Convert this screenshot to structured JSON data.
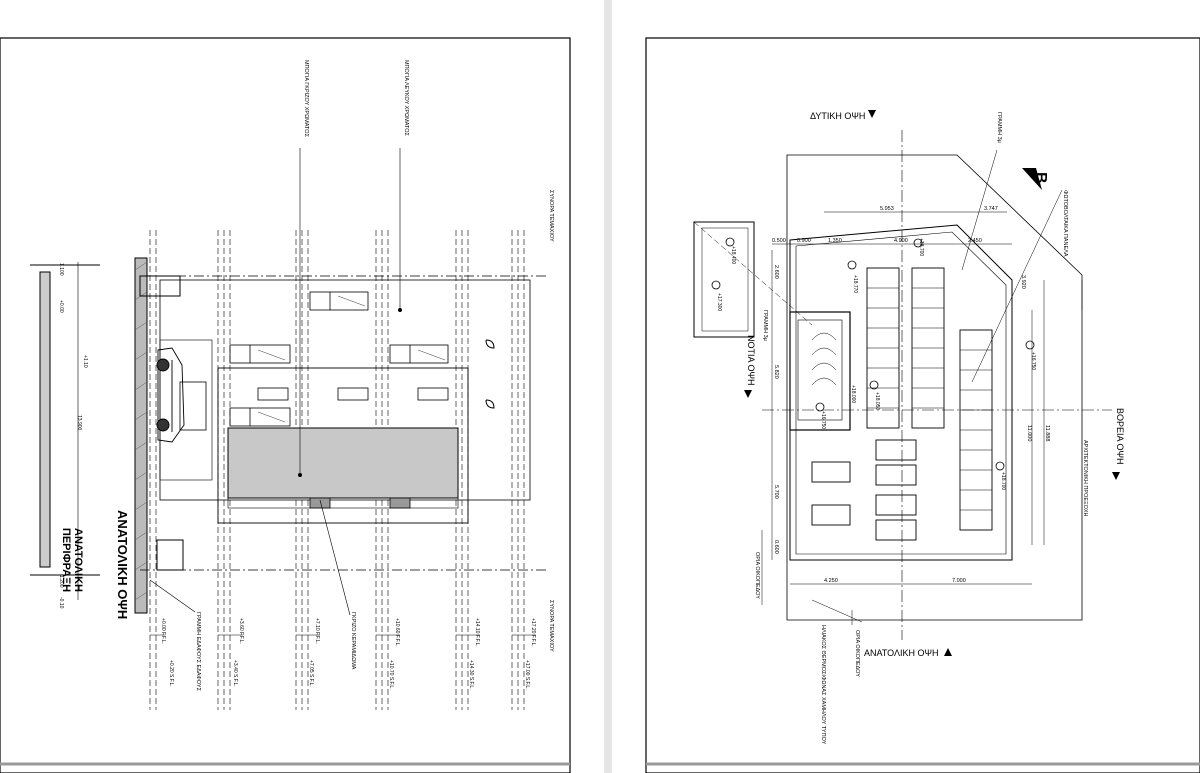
{
  "left_sheet": {
    "title": "ΑΝΑΤΟΛΙΚΗ ΟΨΗ",
    "fence_title_line1": "ΑΝΑΤΟΛΙΚΗ",
    "fence_title_line2": "ΠΕΡΙΦΡΑΞΗ",
    "callouts": {
      "glazing_white": "ΜΠΟΓΙΑ ΛΕΥΚΟΥ ΧΡΩΜΑΤΟΣ",
      "glazing_grey": "ΜΠΟΓΙΑ ΓΚΡΙΖΟΥ ΧΡΩΜΑΤΟΣ",
      "border_top": "ΣΥΝΟΡΑ ΤΕΜΑΧΙΟΥ",
      "border_bottom": "ΣΥΝΟΡΑ ΤΕΜΑΧΙΟΥ",
      "ground_line": "ΓΡΑΜΜΗ ΕΔΑΦΟΥΣ ΕΔΑΦΟΥΣ",
      "grey_cladding": "ΓΚΡΙΖΟ ΚΕΡΑΜΙΔΩΜΑ"
    },
    "levels": [
      "+0.00 F.F.L.",
      "+3.60 F.F.L.",
      "+7.10 F.F.L.",
      "+10.60 F.F.L.",
      "+14.10 F.F.L.",
      "+17.20 F.F.L."
    ],
    "levels_secondary": [
      "+0.20 S.F.L.",
      "+3.40 S.F.L.",
      "+7.05 S.F.L.",
      "+10.70 S.F.L.",
      "+14.30 S.F.L.",
      "+17.00 S.F.L."
    ],
    "fence_dims": [
      "1.100",
      "+0.00",
      "+1.10",
      "13.900",
      "1.200",
      "-0.10"
    ]
  },
  "right_sheet": {
    "west_view": "ΔΥΤΙΚΗ ΟΨΗ",
    "east_view": "ΑΝΑΤΟΛΙΚΗ ΟΨΗ",
    "north_view": "ΒΟΡΕΙΑ ΟΨΗ",
    "south_view": "ΝΟΤΙΑ ΟΨΗ",
    "compass": "B",
    "labels": {
      "photovoltaic": "ΦΩΤΟΒΟΛΤΑΙΚΑ ΠΑΝΕΛΑ",
      "line": "ΓΡΑΜΜΗ 3μ",
      "architectural": "ΑΡΧΙΤΕΚΤΟΝΙΚΗ ΠΡΟΕΞΟΧΗ",
      "building_limit_1": "ΟΡΙΑ ΟΙΚΟΠΕΔΟΥ",
      "building_limit_2": "ΟΡΙΑ ΟΙΚΟΠΕΔΟΥ",
      "heater": "ΗΛΙΑΚΟΣ ΘΕΡΜΟΣΙΦΩΝΑΣ ΧΑΜΗΛΟΥ ΤΥΠΟΥ",
      "line_3m": "ΓΡΑΜΜΗ 3μ"
    },
    "dims_top": [
      "5.953",
      "3.747",
      "0.500",
      "0.900",
      "1.350",
      "4.900",
      "2.450"
    ],
    "dims_bottom": [
      "4.250",
      "7.000"
    ],
    "dims_side": [
      "2.600",
      "5.820",
      "5.700",
      "0.600",
      "11.000",
      "11.888",
      "3.920"
    ],
    "spot_levels": [
      "+18.400",
      "+17.300",
      "+18.770",
      "+18.050",
      "+18.700",
      "+18.700",
      "+16.750",
      "+16.750",
      "+18.000"
    ]
  }
}
